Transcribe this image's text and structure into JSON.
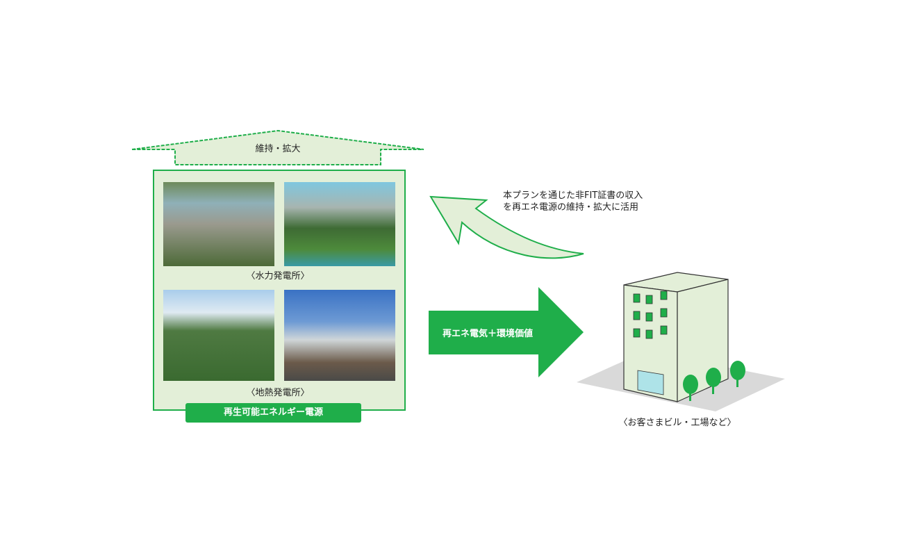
{
  "roof_label": "維持・拡大",
  "hydro_caption": "〈水力発電所〉",
  "geo_caption": "〈地熱発電所〉",
  "source_label": "再生可能エネルギー電源",
  "return_text": [
    "本プランを通じた非FIT証書の収入",
    "を再エネ電源の維持・拡大に活用"
  ],
  "flow_label": "再エネ電気＋環境価値",
  "customer_caption": "〈お客さまビル・工場など〉",
  "colors": {
    "green": "#1fae4a",
    "light_green": "#e3efd8"
  }
}
